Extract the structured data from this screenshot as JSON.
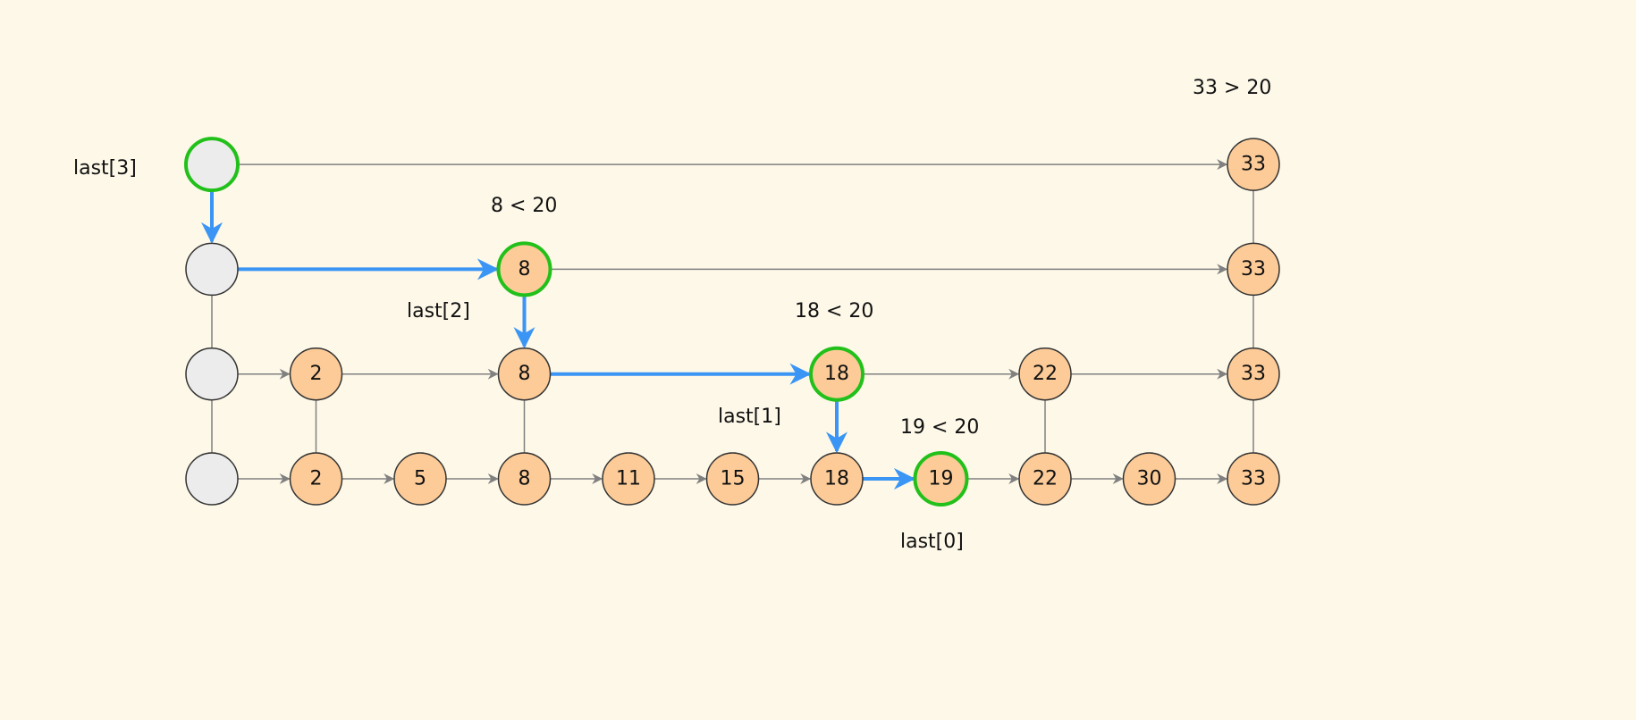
{
  "colors": {
    "background": "#fdf8e8",
    "node_fill": "#fccb98",
    "head_fill": "#ececec",
    "highlight_ring": "#22c01a",
    "search_path": "#3a95f5",
    "edge": "#808080"
  },
  "levels": [
    {
      "level": 0,
      "nodes": [
        {
          "col": 0,
          "value": ""
        },
        {
          "col": 1,
          "value": "2"
        },
        {
          "col": 2,
          "value": "5"
        },
        {
          "col": 3,
          "value": "8"
        },
        {
          "col": 4,
          "value": "11"
        },
        {
          "col": 5,
          "value": "15"
        },
        {
          "col": 6,
          "value": "18"
        },
        {
          "col": 7,
          "value": "19",
          "highlight": true
        },
        {
          "col": 8,
          "value": "22"
        },
        {
          "col": 9,
          "value": "30"
        },
        {
          "col": 10,
          "value": "33"
        }
      ]
    },
    {
      "level": 1,
      "nodes": [
        {
          "col": 0,
          "value": ""
        },
        {
          "col": 1,
          "value": "2"
        },
        {
          "col": 3,
          "value": "8"
        },
        {
          "col": 6,
          "value": "18",
          "highlight": true
        },
        {
          "col": 8,
          "value": "22"
        },
        {
          "col": 10,
          "value": "33"
        }
      ]
    },
    {
      "level": 2,
      "nodes": [
        {
          "col": 0,
          "value": ""
        },
        {
          "col": 3,
          "value": "8",
          "highlight": true
        },
        {
          "col": 10,
          "value": "33"
        }
      ]
    },
    {
      "level": 3,
      "nodes": [
        {
          "col": 0,
          "value": "",
          "highlight": true
        },
        {
          "col": 10,
          "value": "33"
        }
      ]
    }
  ],
  "search_path": [
    {
      "from": [
        3,
        0
      ],
      "to": [
        2,
        0
      ]
    },
    {
      "from": [
        2,
        0
      ],
      "to": [
        2,
        3
      ]
    },
    {
      "from": [
        2,
        3
      ],
      "to": [
        1,
        3
      ]
    },
    {
      "from": [
        1,
        3
      ],
      "to": [
        1,
        6
      ]
    },
    {
      "from": [
        1,
        6
      ],
      "to": [
        0,
        6
      ]
    },
    {
      "from": [
        0,
        6
      ],
      "to": [
        0,
        7
      ]
    }
  ],
  "annotations": {
    "last3": "last[3]",
    "cmp_8": "8 < 20",
    "last2": "last[2]",
    "cmp_18": "18 < 20",
    "last1": "last[1]",
    "cmp_19": "19 < 20",
    "last0": "last[0]",
    "cmp_33": "33 > 20"
  }
}
